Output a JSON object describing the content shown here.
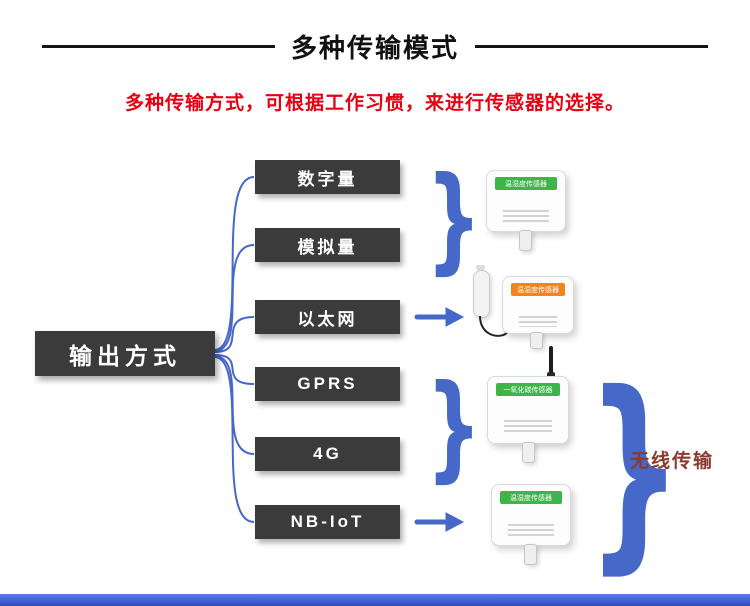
{
  "header": {
    "title": "多种传输模式",
    "subtitle": "多种传输方式，可根据工作习惯，来进行传感器的选择。"
  },
  "diagram": {
    "root_label": "输出方式",
    "modes": [
      {
        "label": "数字量"
      },
      {
        "label": "模拟量"
      },
      {
        "label": "以太网"
      },
      {
        "label": "GPRS"
      },
      {
        "label": "4G"
      },
      {
        "label": "NB-IoT"
      }
    ],
    "sensors": [
      {
        "label": "温湿度传感器"
      },
      {
        "label": "温湿度传感器"
      },
      {
        "label": "一氧化碳传感器"
      },
      {
        "label": "温湿度传感器"
      }
    ],
    "wireless_label": "无线传输"
  },
  "icons": {
    "brace": "}"
  },
  "colors": {
    "accent_blue": "#4668c8",
    "subtitle_red": "#e60012",
    "node_dark": "#3b3b3b",
    "wireless_text": "#8b3a2f",
    "sensor_band_green": "#3cb549",
    "sensor_band_orange": "#f08519",
    "footer_blue": "#2b4cc0"
  }
}
